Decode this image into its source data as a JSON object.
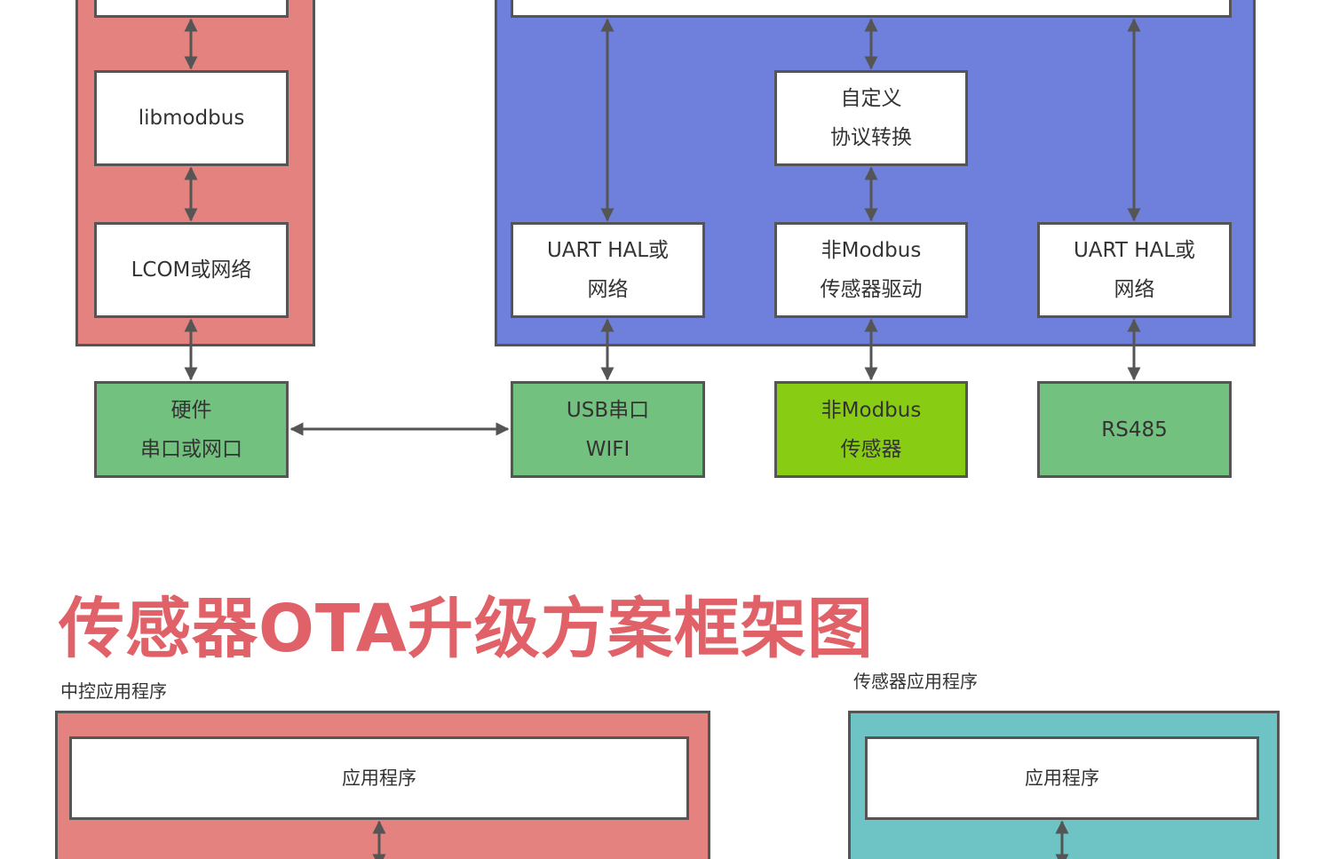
{
  "colors": {
    "red_container": "#e48280",
    "blue_container": "#6f80dc",
    "teal_container": "#6ec4c4",
    "green_box": "#73c17e",
    "lime_box": "#88cc14",
    "border": "#555555",
    "title": "#e06268"
  },
  "upper_diagram": {
    "left_stack": {
      "libmodbus": "libmodbus",
      "lcom": "LCOM或网络"
    },
    "right_stack": {
      "custom_protocol": [
        "自定义",
        "协议转换"
      ],
      "uart_hal_left": [
        "UART HAL或",
        "网络"
      ],
      "non_modbus_driver": [
        "非Modbus",
        "传感器驱动"
      ],
      "uart_hal_right": [
        "UART HAL或",
        "网络"
      ]
    },
    "hardware": {
      "serial_port": [
        "硬件",
        "串口或网口"
      ],
      "usb_wifi": [
        "USB串口",
        "WIFI"
      ],
      "non_modbus_sensor": [
        "非Modbus",
        "传感器"
      ],
      "rs485": "RS485"
    }
  },
  "section_title": "传感器OTA升级方案框架图",
  "lower_diagram": {
    "controller": {
      "caption": "中控应用程序",
      "app_box": "应用程序"
    },
    "sensor": {
      "caption": "传感器应用程序",
      "app_box": "应用程序"
    }
  }
}
